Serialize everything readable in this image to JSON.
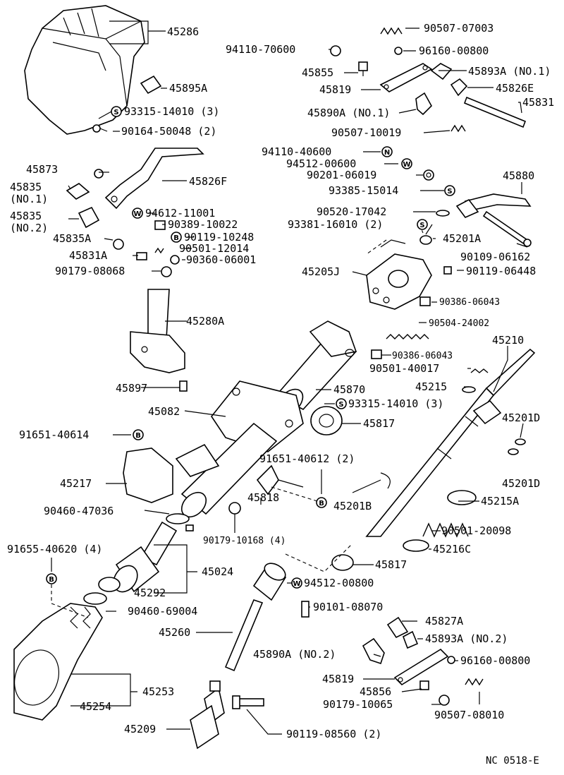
{
  "diagram_code": "NC 0518-E",
  "labels": {
    "l45286": "45286",
    "l45895a": "45895A",
    "l93315_14010_3_a": "93315-14010 (3)",
    "l90164": "90164-50048 (2)",
    "l94110_70600": "94110-70600",
    "l90507_07003": "90507-07003",
    "l96160_a": "96160-00800",
    "l45855": "45855",
    "l45893a_1": "45893A (NO.1)",
    "l45819_a": "45819",
    "l45826e": "45826E",
    "l45831": "45831",
    "l45890a_1": "45890A (NO.1)",
    "l90507_10019": "90507-10019",
    "l94110_40600": "94110-40600",
    "l94512_00600": "94512-00600",
    "l90201": "90201-06019",
    "l45880": "45880",
    "l93385": "93385-15014",
    "l90520": "90520-17042",
    "l93381": "93381-16010 (2)",
    "l45201a": "45201A",
    "l90109": "90109-06162",
    "l45205j": "45205J",
    "l90119_06448": "90119-06448",
    "l90386_a": "90386-06043",
    "l90504": "90504-24002",
    "l90386_b": "90386-06043",
    "l45210": "45210",
    "l90501_40017": "90501-40017",
    "l45215": "45215",
    "l93315_14010_3_b": "93315-14010 (3)",
    "l45201d_a": "45201D",
    "l45201d_b": "45201D",
    "l45817_a": "45817",
    "l45873": "45873",
    "l45835_1": "45835",
    "l45835_1_sub": "(NO.1)",
    "l45826f": "45826F",
    "l45835_2": "45835",
    "l45835_2_sub": "(NO.2)",
    "l94612": "94612-11001",
    "l90389": "90389-10022",
    "l45835a": "45835A",
    "l90119_10248": "90119-10248",
    "l45831a": "45831A",
    "l90501_12014": "90501-12014",
    "l90360": "90360-06001",
    "l90179_08068": "90179-08068",
    "l45280a": "45280A",
    "l45870": "45870",
    "l45897": "45897",
    "l45082": "45082",
    "l91651_40614": "91651-40614",
    "l91651_40612": "91651-40612 (2)",
    "l45217": "45217",
    "l45201b": "45201B",
    "l45215a": "45215A",
    "l90460_47036": "90460-47036",
    "l45818": "45818",
    "l90179_10168": "90179-10168 (4)",
    "l90501_20098": "90501-20098",
    "l45216c": "45216C",
    "l91655": "91655-40620 (4)",
    "l45024": "45024",
    "l45292": "45292",
    "l45817_b": "45817",
    "l94512_00800": "94512-00800",
    "l90460_69004": "90460-69004",
    "l90101": "90101-08070",
    "l45260": "45260",
    "l45827a": "45827A",
    "l45893a_2": "45893A (NO.2)",
    "l45890a_2": "45890A (NO.2)",
    "l96160_b": "96160-00800",
    "l45253": "45253",
    "l45819_b": "45819",
    "l45856": "45856",
    "l90179_10065": "90179-10065",
    "l90507_08010": "90507-08010",
    "l45254": "45254",
    "l45209": "45209",
    "l90119_08560": "90119-08560 (2)"
  },
  "symbols": {
    "s": "S",
    "w": "W",
    "n": "N",
    "b": "B"
  }
}
